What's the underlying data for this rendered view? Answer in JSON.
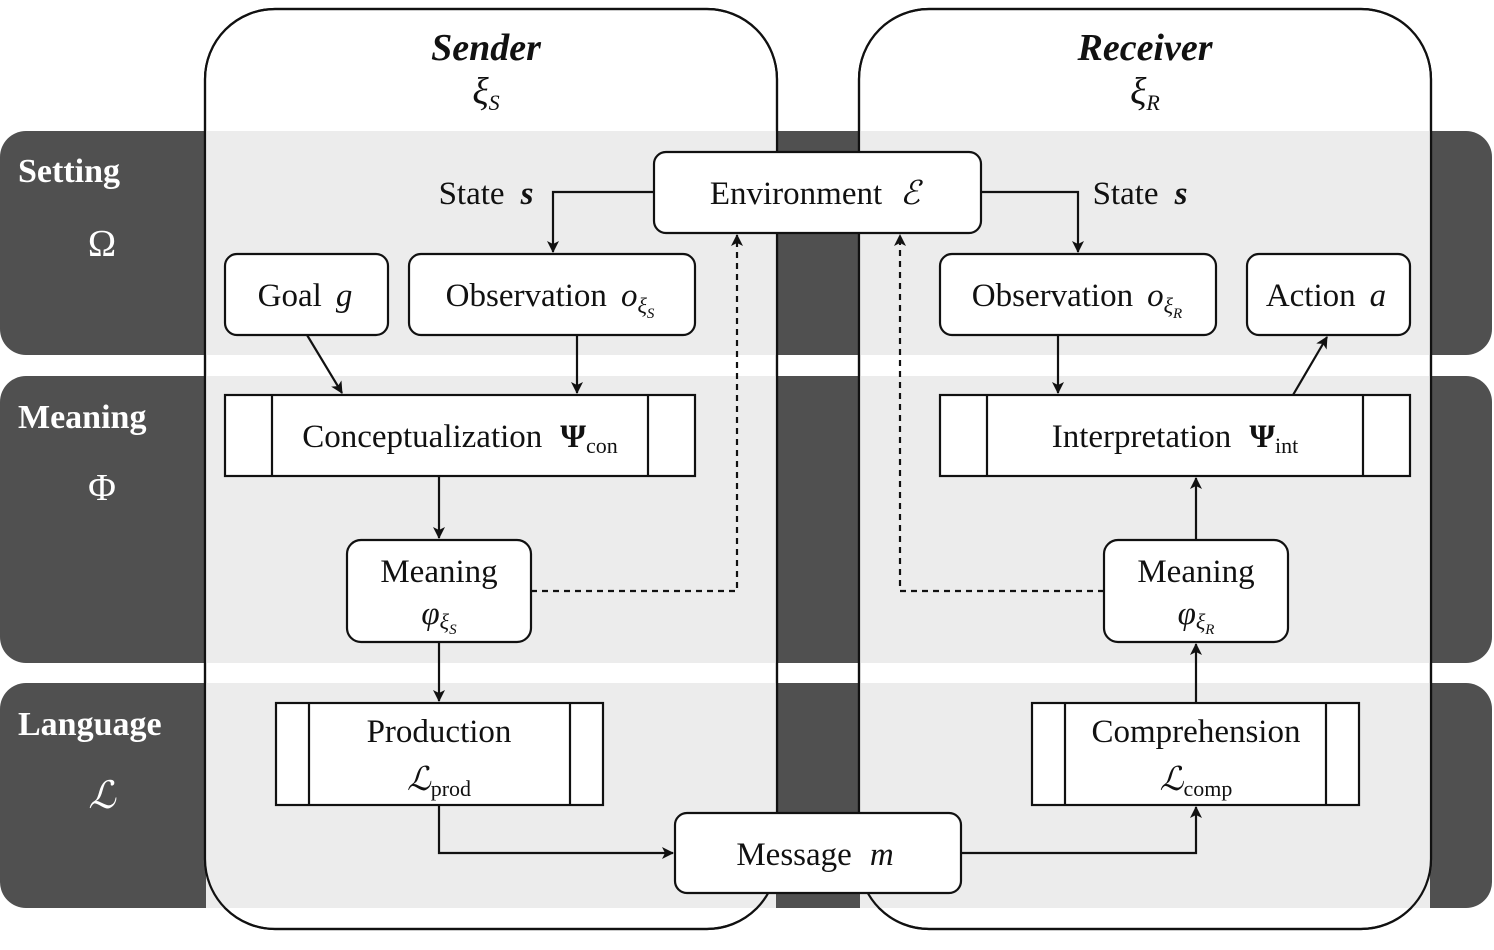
{
  "bands": [
    {
      "label": "Setting",
      "symbol": "Ω"
    },
    {
      "label": "Meaning",
      "symbol": "Φ"
    },
    {
      "label": "Language",
      "symbol": "ℒ"
    }
  ],
  "agents": {
    "sender": {
      "title": "Sender",
      "symbol": "ξ",
      "symbol_sub": "S"
    },
    "receiver": {
      "title": "Receiver",
      "symbol": "ξ",
      "symbol_sub": "R"
    }
  },
  "nodes": {
    "environment": {
      "label": "Environment",
      "symbol": "ℰ"
    },
    "state_left": {
      "label": "State",
      "symbol": "s"
    },
    "state_right": {
      "label": "State",
      "symbol": "s"
    },
    "goal": {
      "label": "Goal",
      "symbol": "g"
    },
    "observation_sender": {
      "label": "Observation",
      "symbol": "o",
      "sub": "ξ",
      "subsub": "S"
    },
    "observation_receiver": {
      "label": "Observation",
      "symbol": "o",
      "sub": "ξ",
      "subsub": "R"
    },
    "action": {
      "label": "Action",
      "symbol": "a"
    },
    "conceptualization": {
      "label": "Conceptualization",
      "symbol": "Ψ",
      "sub": "con"
    },
    "interpretation": {
      "label": "Interpretation",
      "symbol": "Ψ",
      "sub": "int"
    },
    "meaning_sender": {
      "label": "Meaning",
      "symbol": "φ",
      "sub": "ξ",
      "subsub": "S"
    },
    "meaning_receiver": {
      "label": "Meaning",
      "symbol": "φ",
      "sub": "ξ",
      "subsub": "R"
    },
    "production": {
      "label": "Production",
      "symbol": "ℒ",
      "sub": "prod"
    },
    "comprehension": {
      "label": "Comprehension",
      "symbol": "ℒ",
      "sub": "comp"
    },
    "message": {
      "label": "Message",
      "symbol": "m"
    }
  },
  "colors": {
    "band_dark": "#505050",
    "band_light": "#ececec",
    "agent_fill": "#ffffff"
  }
}
